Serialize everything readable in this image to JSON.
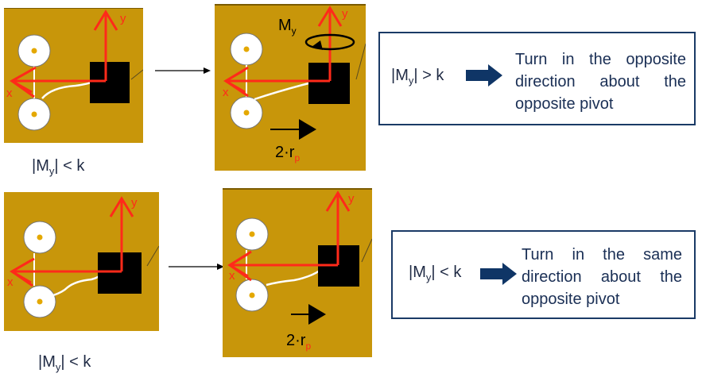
{
  "panels": {
    "tl": {
      "x_label": "x",
      "y_label": "y"
    },
    "tr": {
      "x_label": "x",
      "y_label": "y",
      "moment_label": "M",
      "moment_sub": "y",
      "shift_label": "2·r",
      "shift_sub": "p"
    },
    "bl": {
      "x_label": "x",
      "y_label": "y"
    },
    "br": {
      "x_label": "x",
      "y_label": "y",
      "shift_label": "2·r",
      "shift_sub": "p"
    }
  },
  "labels": {
    "top_left": {
      "prefix": "|M",
      "sub": "y",
      "suffix": "| < k"
    },
    "bottom_left": {
      "prefix": "|M",
      "sub": "y",
      "suffix": "| < k"
    }
  },
  "boxes": {
    "top": {
      "cond_prefix": "|M",
      "cond_sub": "y",
      "cond_suffix": "| > k",
      "lines": [
        "Turn in the opposite",
        "direction about the",
        "opposite pivot"
      ]
    },
    "bottom": {
      "cond_prefix": "|M",
      "cond_sub": "y",
      "cond_suffix": "| < k",
      "lines": [
        "Turn in the same",
        "direction about the",
        "opposite pivot"
      ]
    }
  },
  "colors": {
    "board": "#c8960a",
    "axis": "#ff2a1a",
    "box_border": "#1a3a66",
    "arrow": "#0f3566"
  }
}
